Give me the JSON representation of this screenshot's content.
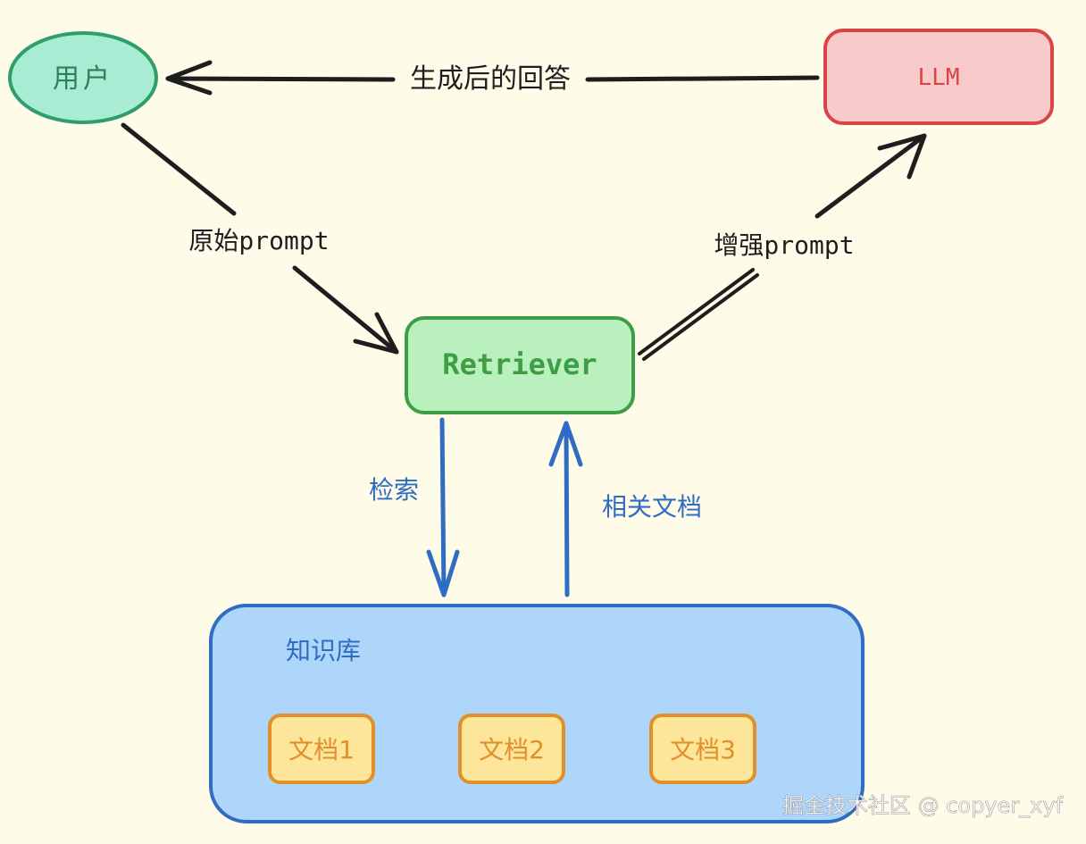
{
  "nodes": {
    "user": "用户",
    "llm": "LLM",
    "retriever": "Retriever",
    "kb": "知识库",
    "doc1": "文档1",
    "doc2": "文档2",
    "doc3": "文档3"
  },
  "edges": {
    "answer": "生成后的回答",
    "raw_prompt": "原始prompt",
    "enhanced_prompt": "增强prompt",
    "search": "检索",
    "related_docs": "相关文档"
  },
  "watermark": "掘金技术社区 @ copyer_xyf",
  "colors": {
    "background": "#fefbe9",
    "user_fill": "#a7ecd3",
    "user_stroke": "#2f9e6c",
    "llm_fill": "#f9caca",
    "llm_stroke": "#d94545",
    "retriever_fill": "#b9f0bd",
    "retriever_stroke": "#3f9e45",
    "kb_fill": "#aed6fa",
    "kb_stroke": "#2f6cc3",
    "doc_fill": "#fde59a",
    "doc_stroke": "#e0902b",
    "arrow_dark": "#1e1e1e",
    "arrow_blue": "#2f6cc3"
  }
}
